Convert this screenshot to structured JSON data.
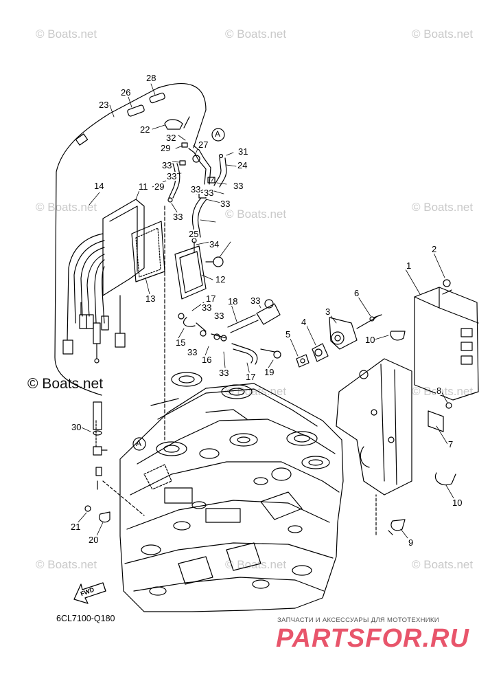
{
  "watermark": "© Boats.net",
  "drawing_code": "6CL7100-Q180",
  "fwd_label": "FWD",
  "section_marker": "A",
  "footer": {
    "tagline": "ЗАПЧАСТИ И АКСЕССУАРЫ ДЛЯ МОТОТЕХНИКИ",
    "brand": "PARTSFOR.RU",
    "brand_color": "#e8556b"
  },
  "callouts": [
    "1",
    "2",
    "3",
    "4",
    "5",
    "6",
    "7",
    "8",
    "9",
    "10",
    "10",
    "11",
    "12",
    "13",
    "14",
    "15",
    "16",
    "17",
    "17",
    "18",
    "19",
    "20",
    "21",
    "22",
    "23",
    "24",
    "25",
    "26",
    "27",
    "28",
    "29",
    "29",
    "30",
    "31",
    "32",
    "33",
    "33",
    "33",
    "33",
    "33",
    "33",
    "33",
    "33",
    "33",
    "33",
    "33",
    "33",
    "34"
  ]
}
